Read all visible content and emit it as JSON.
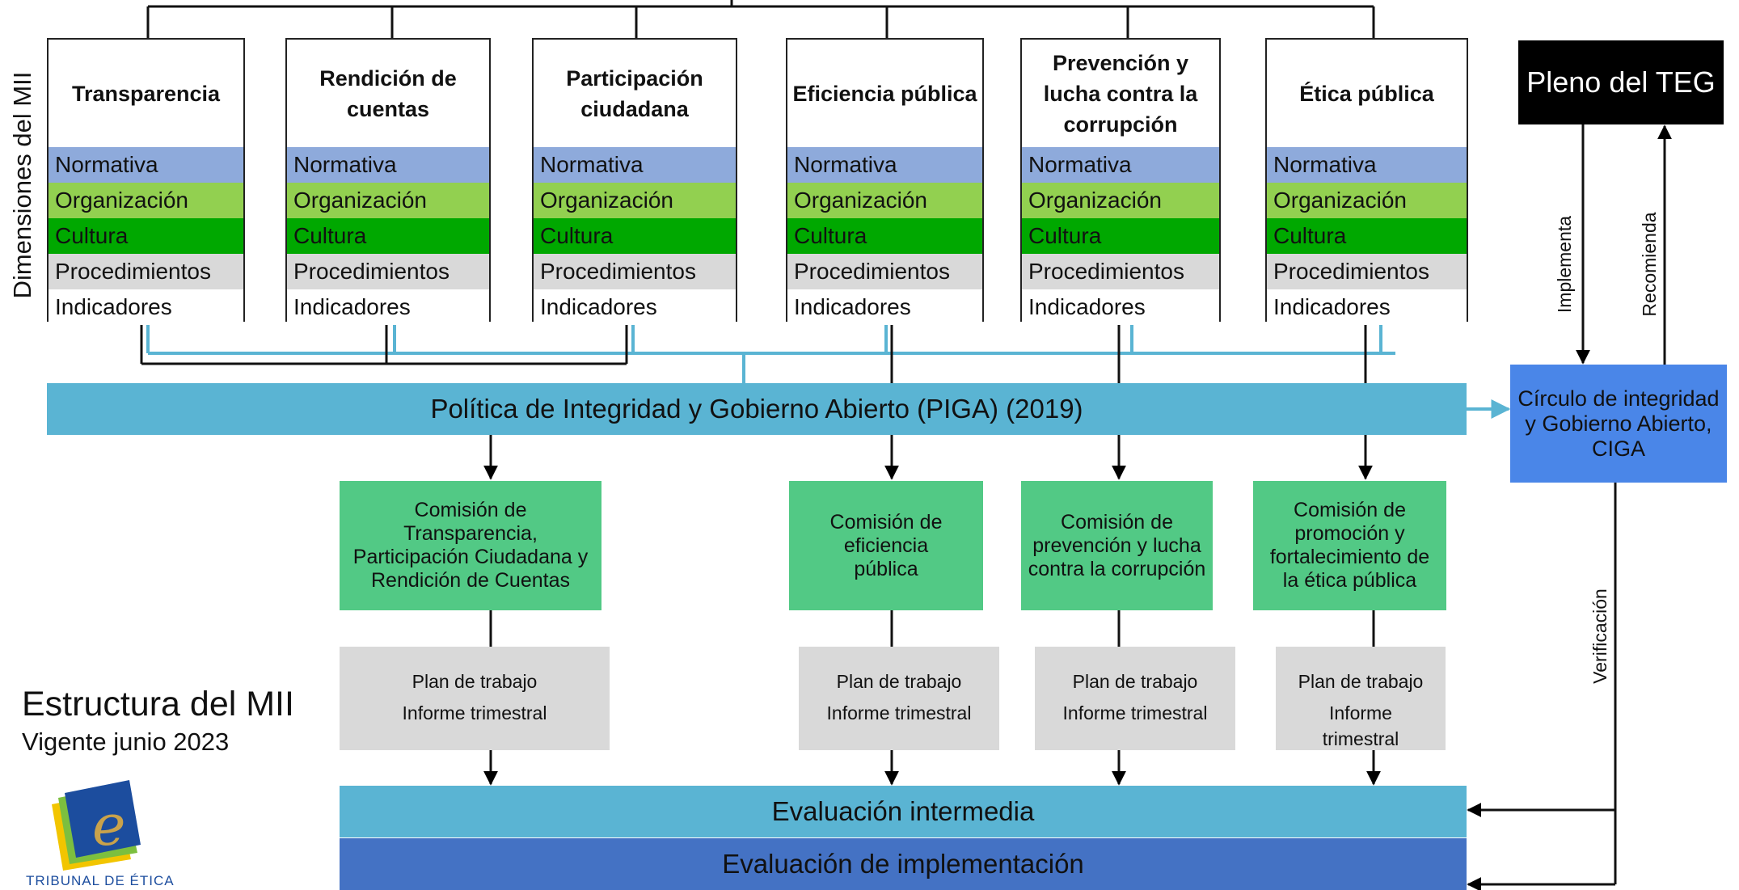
{
  "side_label": "Dimensiones del MII",
  "dimensions": [
    {
      "title": "Transparencia"
    },
    {
      "title": "Rendición de cuentas"
    },
    {
      "title": "Participación ciudadana"
    },
    {
      "title": "Eficiencia pública"
    },
    {
      "title": "Prevención y lucha contra la corrupción"
    },
    {
      "title": "Ética pública"
    }
  ],
  "dimension_rows": [
    "Normativa",
    "Organización",
    "Cultura",
    "Procedimientos",
    "Indicadores"
  ],
  "row_colors": [
    "#8eaadb",
    "#92d050",
    "#00a800",
    "#d9d9d9",
    "#ffffff"
  ],
  "piga": "Política de Integridad y Gobierno Abierto (PIGA) (2019)",
  "ciga": "Círculo de integridad y Gobierno Abierto, CIGA",
  "pleno": "Pleno del TEG",
  "arrow_labels": {
    "implementa": "Implementa",
    "recomienda": "Recomienda",
    "verificacion": "Verificación"
  },
  "comisiones": [
    {
      "label": "Comisión de Transparencia, Participación Ciudadana y Rendición de Cuentas"
    },
    {
      "label": "Comisión de eficiencia pública"
    },
    {
      "label": "Comisión de prevención y lucha contra la corrupción"
    },
    {
      "label": "Comisión de promoción y fortalecimiento de la ética pública"
    }
  ],
  "plans": [
    {
      "line1": "Plan de trabajo",
      "line2": "Informe trimestral"
    },
    {
      "line1": "Plan de trabajo",
      "line2": "Informe trimestral"
    },
    {
      "line1": "Plan de trabajo",
      "line2": "Informe trimestral"
    },
    {
      "line1": "Plan de trabajo",
      "line2": "Informe trimestral"
    }
  ],
  "evaluations": {
    "intermedia": "Evaluación intermedia",
    "implementacion": "Evaluación de implementación"
  },
  "footer": {
    "title": "Estructura del MII",
    "subtitle": "Vigente junio 2023",
    "logo_text": "TRIBUNAL DE ÉTICA"
  },
  "colors": {
    "piga": "#5ab4d3",
    "ciga": "#4a86e8",
    "comision": "#52c985",
    "plan": "#d9d9d9",
    "eval_intermedia": "#5ab4d3",
    "eval_implementacion": "#4472c4",
    "connector_blue": "#5ab4d3"
  }
}
